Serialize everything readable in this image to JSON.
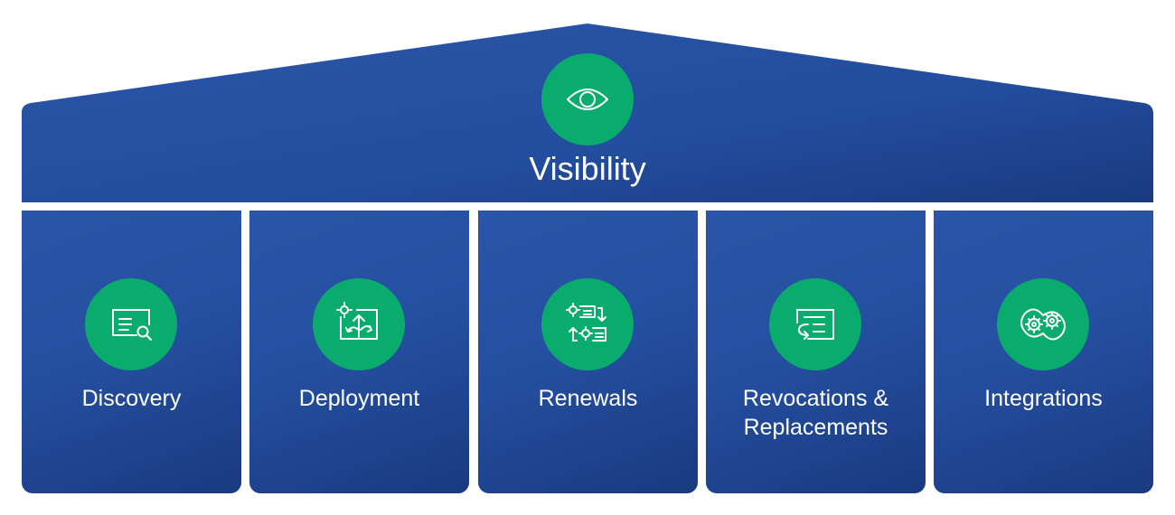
{
  "colors": {
    "blue": "#2550a2",
    "blue_dark": "#1a3a80",
    "green": "#0aac6e",
    "text": "#ffffff"
  },
  "roof": {
    "title": "Visibility",
    "icon": "eye-icon"
  },
  "pillars": [
    {
      "label": "Discovery",
      "icon": "certificate-search-icon"
    },
    {
      "label": "Deployment",
      "icon": "certificate-deploy-icon"
    },
    {
      "label": "Renewals",
      "icon": "certificate-renew-icon"
    },
    {
      "label_line1": "Revocations &",
      "label_line2": "Replacements",
      "icon": "certificate-revoke-icon"
    },
    {
      "label": "Integrations",
      "icon": "gears-cycle-icon"
    }
  ]
}
